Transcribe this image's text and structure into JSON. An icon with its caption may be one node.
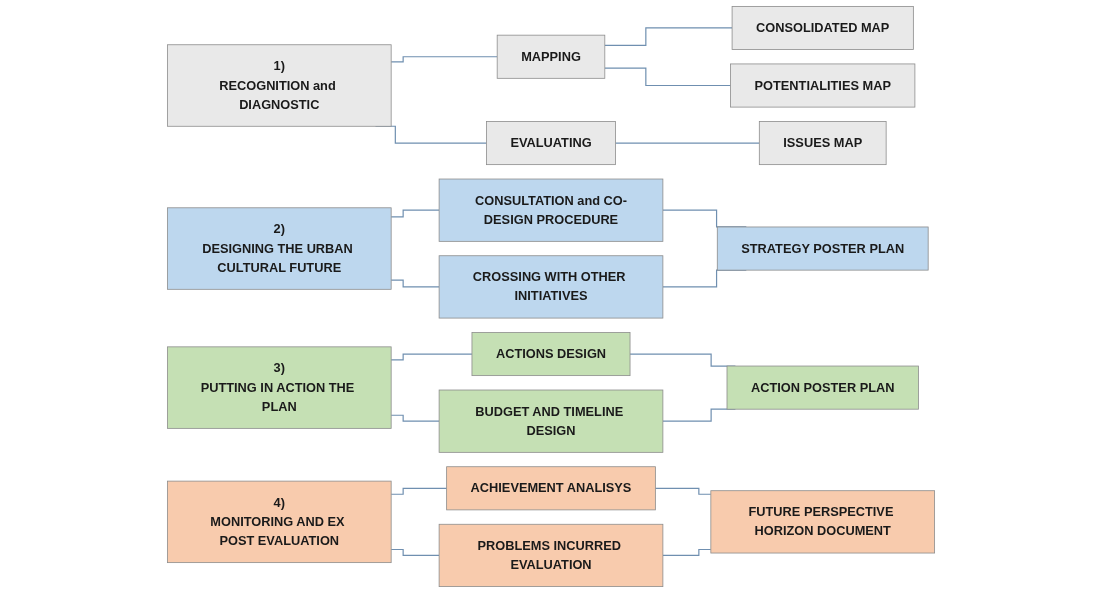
{
  "diagram": {
    "nodes": [
      {
        "text": [
          "1)",
          "RECOGNITION and DIAGNOSTIC"
        ]
      },
      {
        "text": [
          "MAPPING"
        ]
      },
      {
        "text": [
          "EVALUATING"
        ]
      },
      {
        "text": [
          "CONSOLIDATED MAP"
        ]
      },
      {
        "text": [
          "POTENTIALITIES MAP"
        ]
      },
      {
        "text": [
          "ISSUES MAP"
        ]
      },
      {
        "text": [
          "2)",
          "DESIGNING THE URBAN CULTURAL FUTURE"
        ]
      },
      {
        "text": [
          "CONSULTATION and CO-DESIGN PROCEDURE"
        ]
      },
      {
        "text": [
          "CROSSING WITH OTHER INITIATIVES"
        ]
      },
      {
        "text": [
          "STRATEGY POSTER PLAN"
        ]
      },
      {
        "text": [
          "3)",
          "PUTTING IN ACTION THE PLAN"
        ]
      },
      {
        "text": [
          "ACTIONS DESIGN"
        ]
      },
      {
        "text": [
          "BUDGET AND TIMELINE DESIGN"
        ]
      },
      {
        "text": [
          "ACTION POSTER PLAN"
        ]
      },
      {
        "text": [
          "4)",
          "MONITORING AND EX POST EVALUATION"
        ]
      },
      {
        "text": [
          "ACHIEVEMENT ANALISYS"
        ]
      },
      {
        "text": [
          "PROBLEMS INCURRED EVALUATION"
        ]
      },
      {
        "text": [
          "FUTURE PERSPECTIVE HORIZON DOCUMENT"
        ]
      }
    ],
    "edges": [
      {
        "from": 0,
        "to": 1,
        "arrow": "none"
      },
      {
        "from": 0,
        "to": 2,
        "arrow": "none"
      },
      {
        "from": 1,
        "to": 3,
        "arrow": "none"
      },
      {
        "from": 1,
        "to": 4,
        "arrow": "none"
      },
      {
        "from": 2,
        "to": 5,
        "arrow": "none"
      },
      {
        "from": 6,
        "to": 7,
        "arrow": "none"
      },
      {
        "from": 6,
        "to": 8,
        "arrow": "none"
      },
      {
        "from": 7,
        "to": 9,
        "arrow": "none"
      },
      {
        "from": 8,
        "to": 9,
        "arrow": "none"
      },
      {
        "from": 10,
        "to": 11,
        "arrow": "none"
      },
      {
        "from": 10,
        "to": 12,
        "arrow": "none"
      },
      {
        "from": 11,
        "to": 13,
        "arrow": "none"
      },
      {
        "from": 12,
        "to": 13,
        "arrow": "none"
      },
      {
        "from": 14,
        "to": 15,
        "arrow": "none"
      },
      {
        "from": 14,
        "to": 16,
        "arrow": "none"
      },
      {
        "from": 15,
        "to": 17,
        "arrow": "none"
      },
      {
        "from": 16,
        "to": 17,
        "arrow": "none"
      }
    ]
  }
}
